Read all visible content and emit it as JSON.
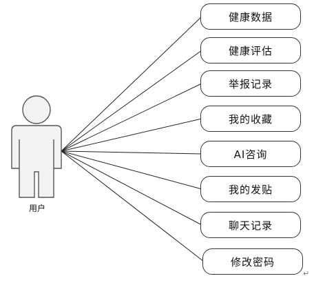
{
  "actor": {
    "label": "用户"
  },
  "use_cases": [
    {
      "label": "健康数据"
    },
    {
      "label": "健康评估"
    },
    {
      "label": "举报记录"
    },
    {
      "label": "我的收藏"
    },
    {
      "label": "AI咨询"
    },
    {
      "label": "我的发贴"
    },
    {
      "label": "聊天记录"
    },
    {
      "label": "修改密码"
    }
  ],
  "colors": {
    "line": "#222222",
    "actor_fill": "#f2f2f2",
    "actor_stroke": "#555555"
  },
  "icons": {
    "paragraph_mark": "return-arrow-icon"
  },
  "paragraph_mark": "↵"
}
